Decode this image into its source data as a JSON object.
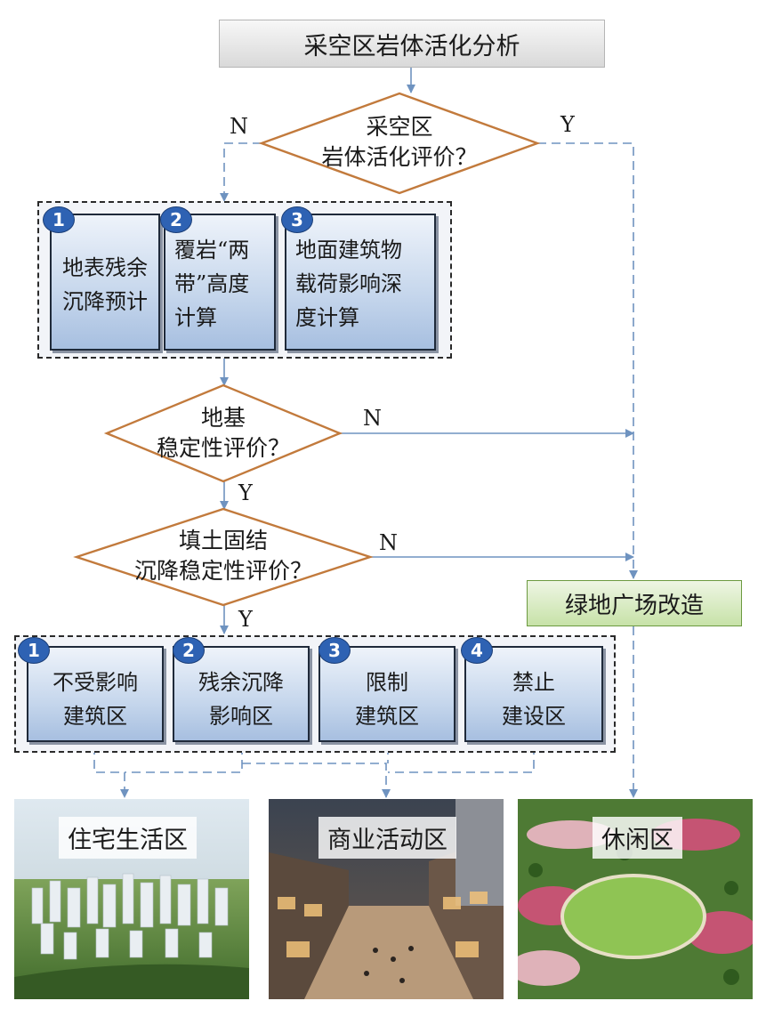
{
  "title": "采空区岩体活化分析",
  "decision1": {
    "line1": "采空区",
    "line2": "岩体活化评价？"
  },
  "decision2": {
    "line1": "地基",
    "line2": "稳定性评价？"
  },
  "decision3": {
    "line1": "填土固结",
    "line2": "沉降稳定性评价？"
  },
  "labels": {
    "n1": "N",
    "y1": "Y",
    "n2": "N",
    "y2": "Y",
    "n3": "N",
    "y3": "Y"
  },
  "calc_group": {
    "items": [
      {
        "badge": "1",
        "lines": [
          "地表残余",
          "沉降预计"
        ]
      },
      {
        "badge": "2",
        "lines": [
          "覆岩“两",
          "带”高度",
          "计算"
        ]
      },
      {
        "badge": "3",
        "lines": [
          "地面建筑物",
          "载荷影响深",
          "度计算"
        ]
      }
    ]
  },
  "zone_group": {
    "items": [
      {
        "badge": "1",
        "lines": [
          "不受影响",
          "建筑区"
        ]
      },
      {
        "badge": "2",
        "lines": [
          "残余沉降",
          "影响区"
        ]
      },
      {
        "badge": "3",
        "lines": [
          "限制",
          "建筑区"
        ]
      },
      {
        "badge": "4",
        "lines": [
          "禁止",
          "建设区"
        ]
      }
    ]
  },
  "green_box": "绿地广场改造",
  "photos": [
    {
      "label": "住宅生活区"
    },
    {
      "label": "商业活动区"
    },
    {
      "label": "休闲区"
    }
  ],
  "colors": {
    "arrow": "#6f93c0",
    "diamond_stroke": "#c27a3c",
    "badge": "#2e62b3",
    "green": "#6c9a40"
  }
}
